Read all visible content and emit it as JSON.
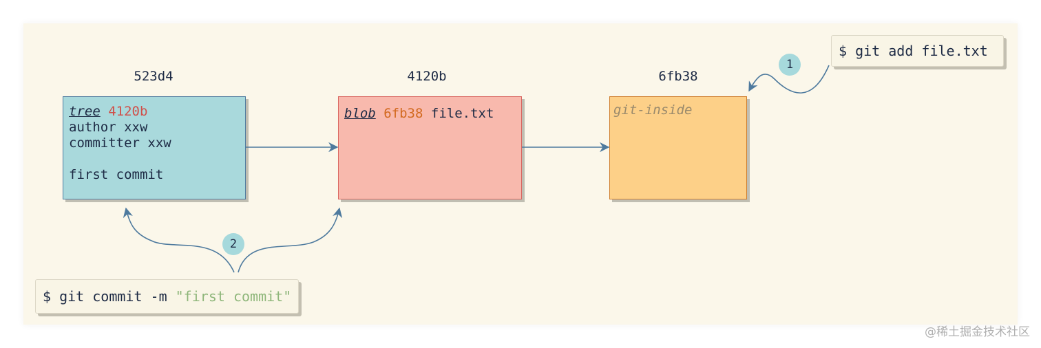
{
  "hashes": {
    "commit": "523d4",
    "tree": "4120b",
    "blob": "6fb38"
  },
  "commit_node": {
    "tree_keyword": "tree",
    "tree_hash": "4120b",
    "author": "author xxw",
    "committer": "committer xxw",
    "message": "first commit"
  },
  "tree_node": {
    "blob_keyword": "blob",
    "blob_hash": "6fb38",
    "filename": "file.txt"
  },
  "blob_node": {
    "content": "git-inside"
  },
  "commands": {
    "add": "$ git add file.txt",
    "commit_prefix": "$ git commit -m ",
    "commit_message": "\"first commit\""
  },
  "badges": {
    "one": "1",
    "two": "2"
  },
  "watermark": "@稀土掘金技术社区",
  "colors": {
    "commit_fill": "#a9d9dc",
    "tree_fill": "#f8b9ad",
    "blob_fill": "#fdd088",
    "arrow": "#4e7a9e",
    "badge": "#a6d9dc"
  }
}
